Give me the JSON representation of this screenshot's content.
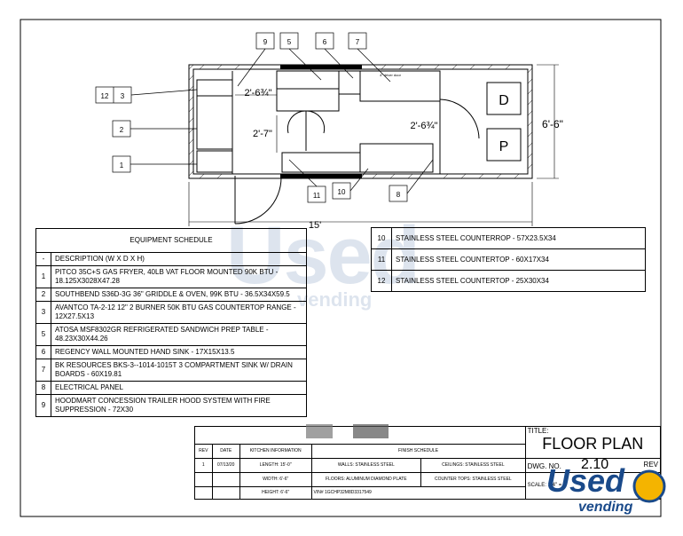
{
  "title_block": {
    "title_label": "TITLE:",
    "title": "FLOOR PLAN",
    "dwg_label": "DWG. NO.",
    "dwg_value": "2.10",
    "rev_label": "REV",
    "scale_label": "SCALE:",
    "scale_value": "1/4\" ="
  },
  "plan": {
    "dims": {
      "length": "15'",
      "width": "6'-6\"",
      "hood_dim": "2'-6¾\"",
      "door_dim": "2'-7\"",
      "aisle_dim": "2'-6¾\"",
      "driver_door": "4\" driver door"
    },
    "callouts": [
      "9",
      "5",
      "6",
      "7",
      "12",
      "3",
      "2",
      "1",
      "11",
      "10",
      "8"
    ],
    "stations": [
      "D",
      "P"
    ]
  },
  "equipment": {
    "heading": "EQUIPMENT SCHEDULE",
    "desc_header": {
      "num": "-",
      "text": "DESCRIPTION (W X D X H)"
    },
    "items": [
      {
        "num": "1",
        "text": "PITCO 35C+S GAS FRYER, 40LB VAT FLOOR MOUNTED 90K BTU - 18.125X3028X47.28"
      },
      {
        "num": "2",
        "text": "SOUTHBEND S36D-3G 36\" GRIDDLE & OVEN, 99K BTU - 36.5X34X59.5"
      },
      {
        "num": "3",
        "text": "AVANTCO TA-2-12 12\" 2 BURNER 50K BTU GAS COUNTERTOP RANGE - 12X27.5X13"
      },
      {
        "num": "5",
        "text": "ATOSA MSF8302GR REFRIGERATED SANDWICH PREP TABLE - 48.23X30X44.26"
      },
      {
        "num": "6",
        "text": "REGENCY WALL MOUNTED HAND SINK - 17X15X13.5"
      },
      {
        "num": "7",
        "text": "BK RESOURCES BKS-3--1014-1015T 3 COMPARTMENT SINK W/ DRAIN BOARDS - 60X19.81"
      },
      {
        "num": "8",
        "text": "ELECTRICAL PANEL"
      },
      {
        "num": "9",
        "text": "HOODMART CONCESSION TRAILER HOOD SYSTEM WITH FIRE SUPPRESSION - 72X30"
      }
    ],
    "extra": [
      {
        "num": "10",
        "text": "STAINLESS STEEL COUNTERROP - 57X23.5X34"
      },
      {
        "num": "11",
        "text": "STAINLESS STEEL COUNTERTOP - 60X17X34"
      },
      {
        "num": "12",
        "text": "STAINLESS STEEL COUNTERTOP - 25X30X34"
      }
    ]
  },
  "info": {
    "headers": {
      "rev": "REV",
      "date": "DATE",
      "kitchen": "KITCHEN INFORMATION",
      "finish": "FINISH SCHEDULE"
    },
    "rev": "1",
    "date": "07/13/20",
    "length": "LENGTH:   15'-0\"",
    "width": "WIDTH:   6'-6\"",
    "height": "HEIGHT:   6'-6\"",
    "walls": "WALLS: STAINLESS STEEL",
    "ceilings": "CEILINGS: STAINLESS STEEL",
    "floors": "FLOORS: ALUMINUM DIAMOND PLATE",
    "counters": "COUNTER TOPS: STAINLESS STEEL",
    "vin": "VIN# 1GCHP32M8D3317549"
  },
  "watermark": {
    "brand": "Used",
    "sub": "vending"
  }
}
